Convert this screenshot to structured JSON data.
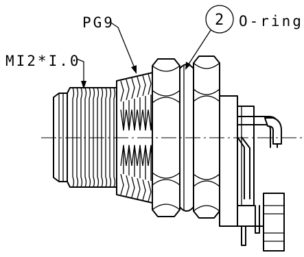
{
  "labels": {
    "thread_m12": "MI2*I.0",
    "thread_pg9": "PG9",
    "balloon_number": "2",
    "oring": "O-ring"
  }
}
